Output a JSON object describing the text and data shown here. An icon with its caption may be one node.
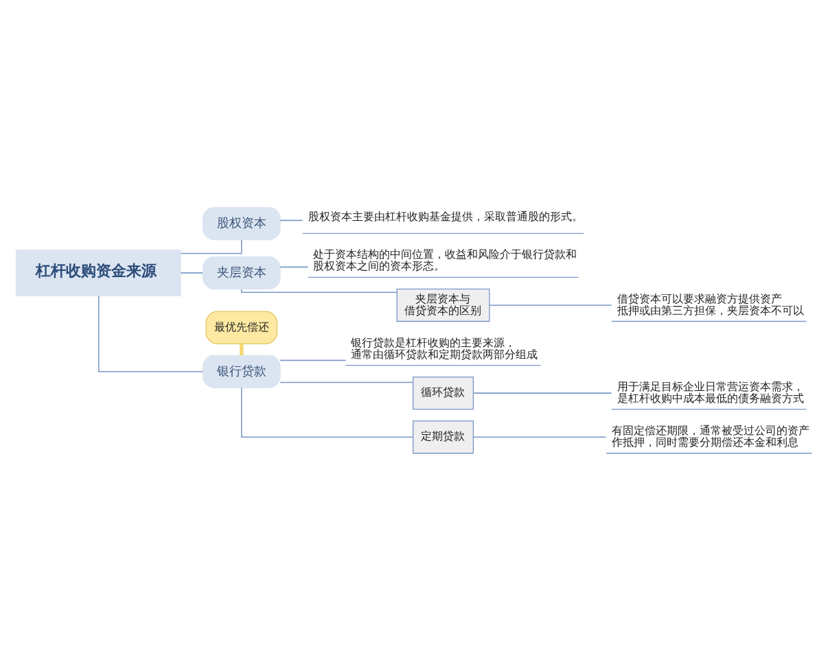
{
  "diagram": {
    "nodes": [
      {
        "text": [
          "杠杆收购资金来源"
        ]
      },
      {
        "text": [
          "股权资本"
        ]
      },
      {
        "text": [
          "股权资本主要由杠杆收购基金提供，采取普通股的形式。"
        ]
      },
      {
        "text": [
          "夹层资本"
        ]
      },
      {
        "text": [
          "处于资本结构的中间位置，收益和风险介于银行贷款和股权资本之间的资本形态。"
        ]
      },
      {
        "text": [
          "夹层资本与借贷资本的区别"
        ]
      },
      {
        "text": [
          "借贷资本可以要求融资方提供资产抵押或由第三方担保，夹层资本不可以"
        ]
      },
      {
        "text": [
          "最优先偿还"
        ]
      },
      {
        "text": [
          "银行贷款"
        ]
      },
      {
        "text": [
          "银行贷款是杠杆收购的主要来源，通常由循环贷款和定期贷款两部分组成"
        ]
      },
      {
        "text": [
          "循环贷款"
        ]
      },
      {
        "text": [
          "用于满足目标企业日常营运资本需求，是杠杆收购中成本最低的债务融资方式"
        ]
      },
      {
        "text": [
          "定期贷款"
        ]
      },
      {
        "text": [
          "有固定偿还期限，通常被受过公司的资产作抵押，同时需要分期偿还本金和利息"
        ]
      }
    ],
    "edges": [
      {
        "from": 0,
        "to": 1,
        "arrow": "none"
      },
      {
        "from": 1,
        "to": 2,
        "arrow": "none"
      },
      {
        "from": 0,
        "to": 3,
        "arrow": "none"
      },
      {
        "from": 3,
        "to": 4,
        "arrow": "none"
      },
      {
        "from": 3,
        "to": 5,
        "arrow": "none"
      },
      {
        "from": 5,
        "to": 6,
        "arrow": "none"
      },
      {
        "from": 7,
        "to": 8,
        "arrow": "none",
        "style": "thick",
        "color": "#f6d76e"
      },
      {
        "from": 0,
        "to": 8,
        "arrow": "none"
      },
      {
        "from": 8,
        "to": 9,
        "arrow": "none"
      },
      {
        "from": 8,
        "to": 10,
        "arrow": "none"
      },
      {
        "from": 10,
        "to": 11,
        "arrow": "none"
      },
      {
        "from": 8,
        "to": 12,
        "arrow": "none"
      },
      {
        "from": 12,
        "to": 13,
        "arrow": "none"
      }
    ]
  }
}
